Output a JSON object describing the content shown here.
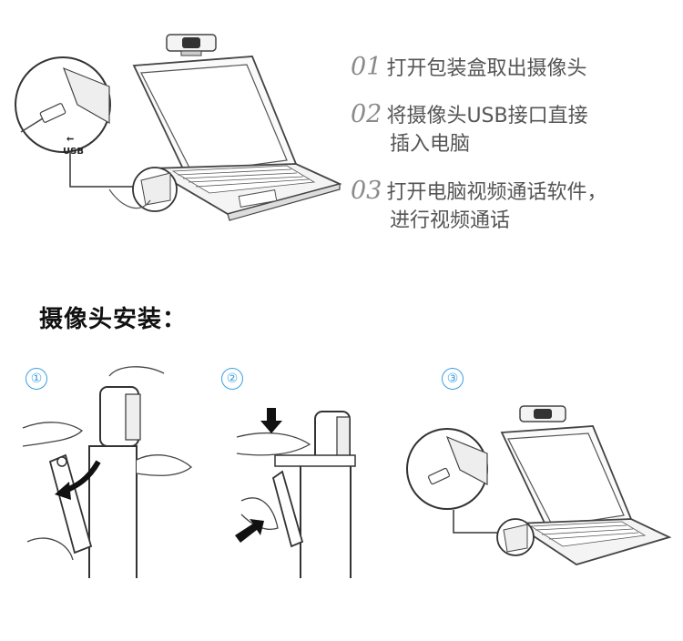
{
  "steps": [
    {
      "num": "01",
      "text": "打开包装盒取出摄像头"
    },
    {
      "num": "02",
      "text_line1": "将摄像头USB接口直接",
      "text_line2": "插入电脑"
    },
    {
      "num": "03",
      "text_line1": "打开电脑视频通话软件，",
      "text_line2": "进行视频通话"
    }
  ],
  "section_title": "摄像头安装：",
  "install_steps": [
    "①",
    "②",
    "③"
  ],
  "usb_label": "USB",
  "colors": {
    "accent": "#3aa0e0",
    "line": "#444444"
  }
}
